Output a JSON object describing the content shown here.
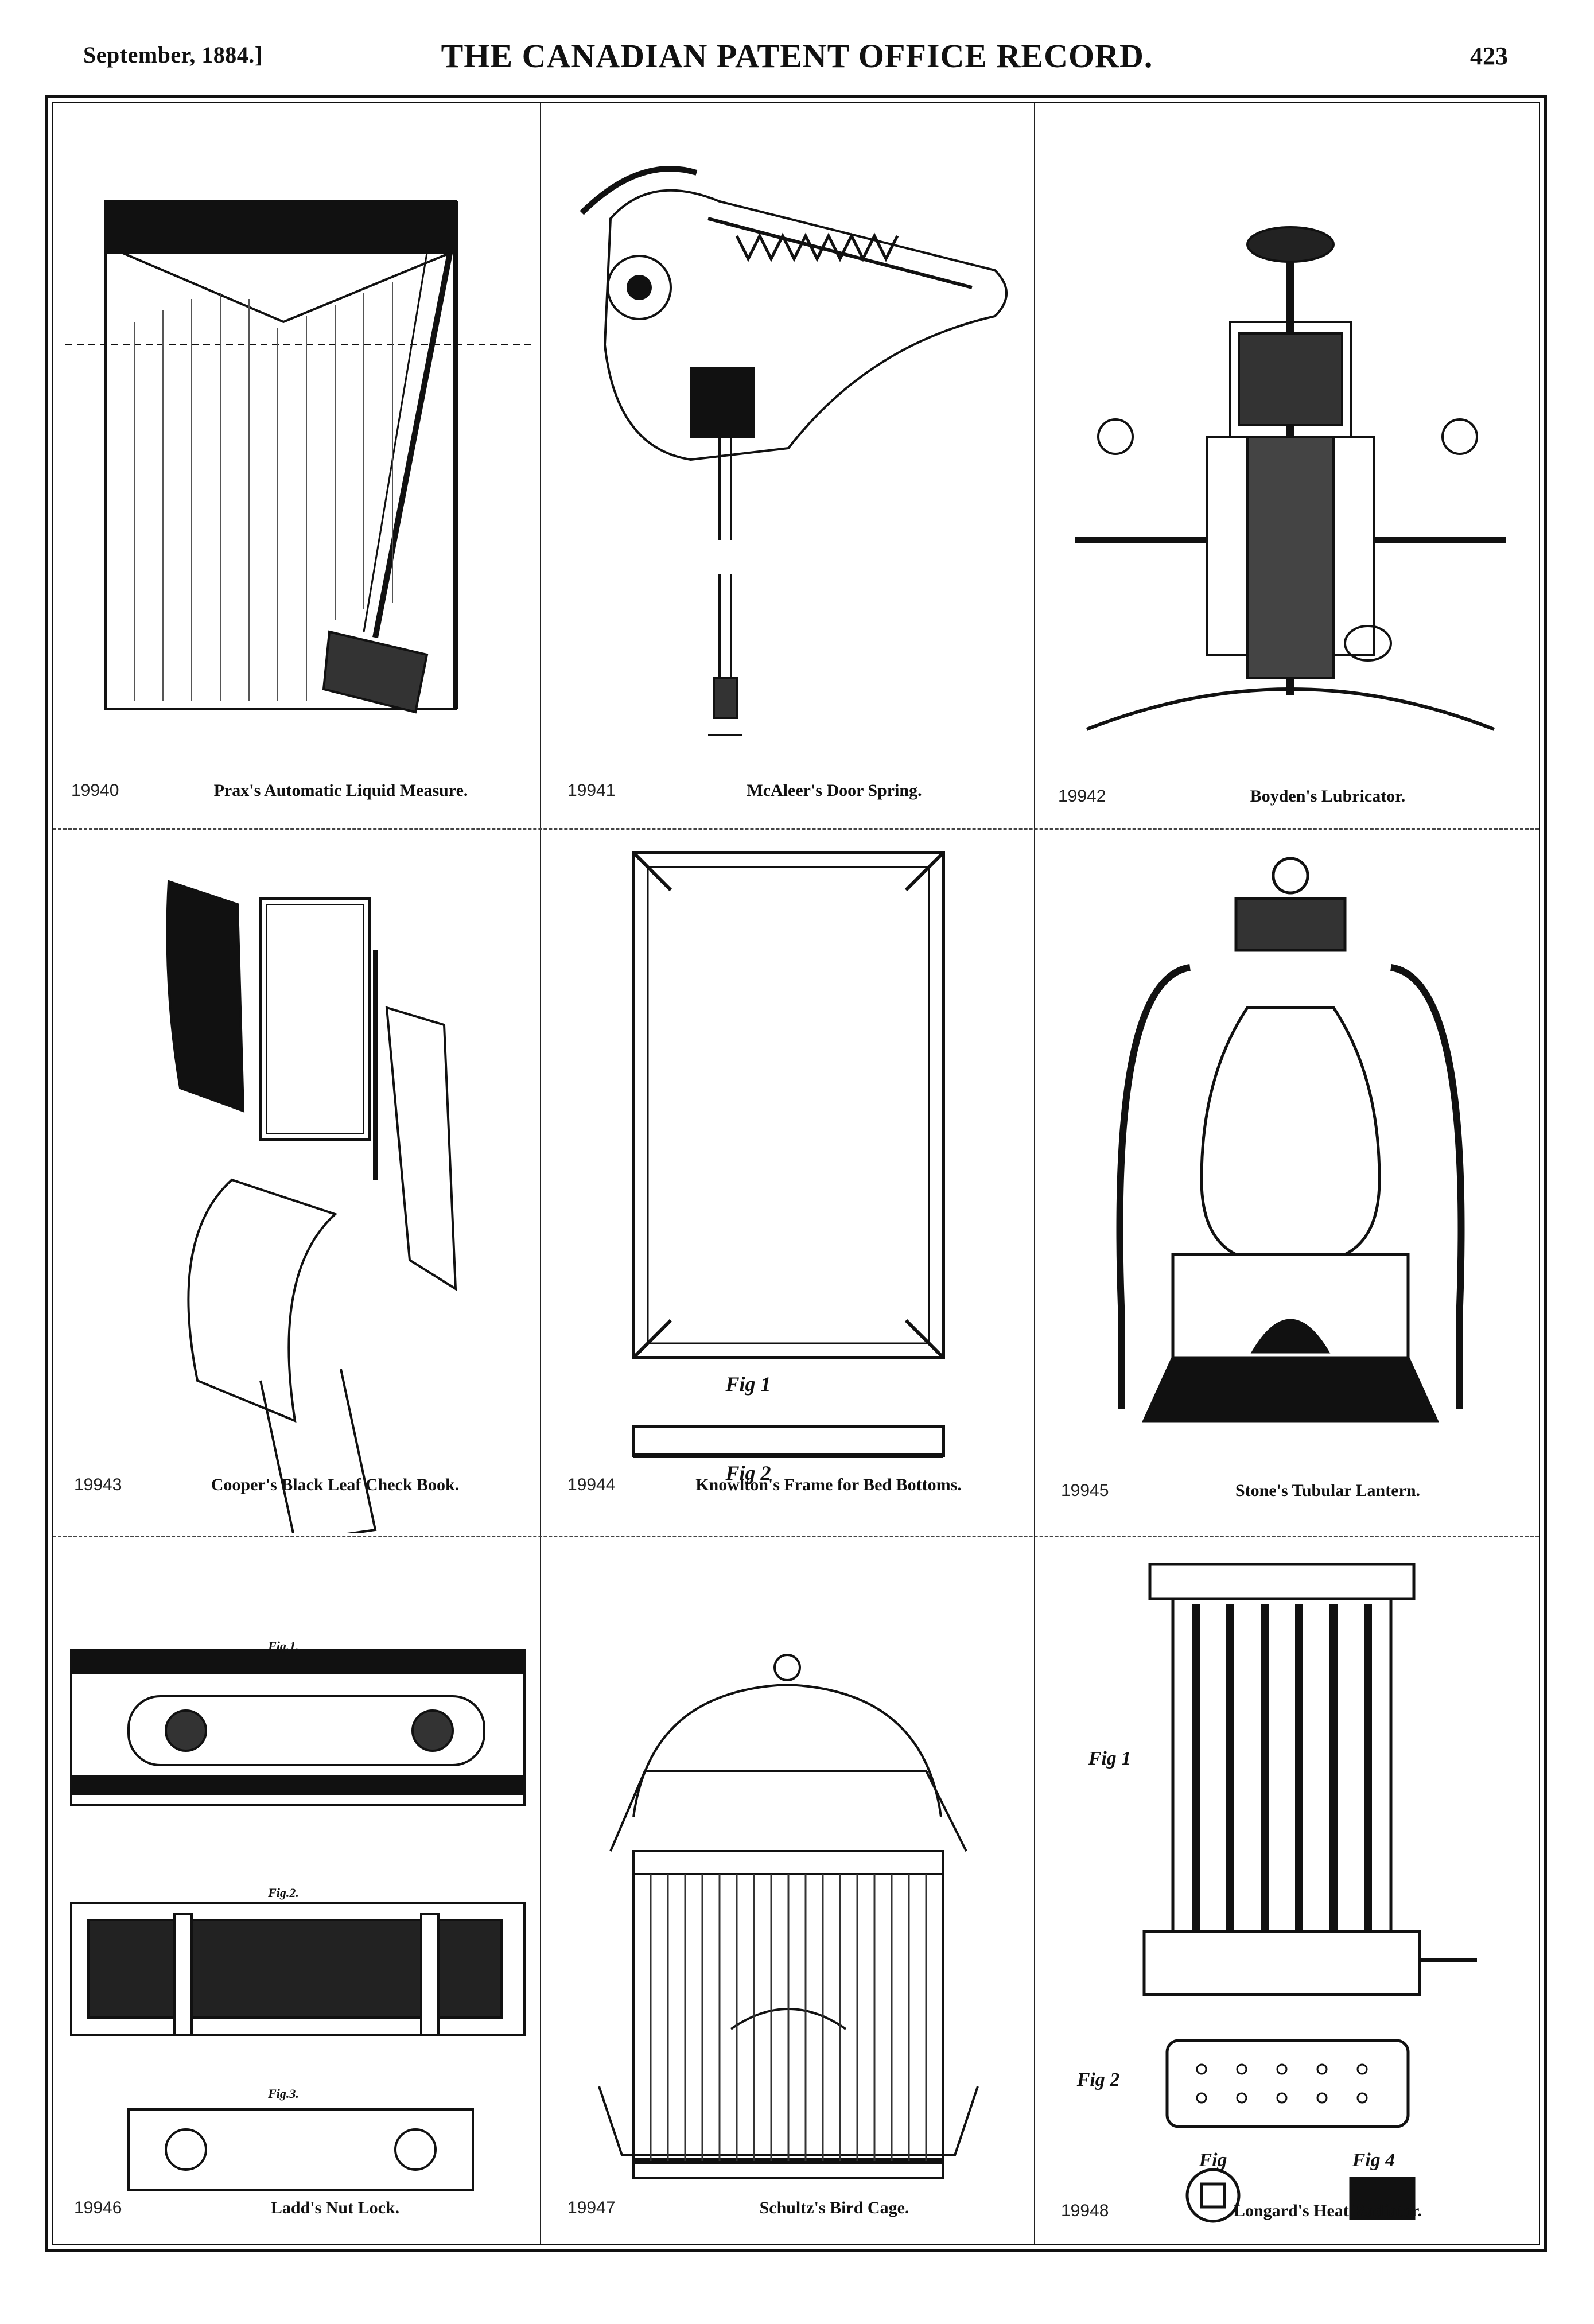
{
  "header": {
    "date": "September, 1884.]",
    "title": "THE CANADIAN PATENT OFFICE RECORD.",
    "page_number": "423"
  },
  "patents": [
    {
      "number": "19940",
      "title": "Prax's Automatic Liquid Measure.",
      "icon": "liquid-measure-drawing"
    },
    {
      "number": "19941",
      "title": "McAleer's Door Spring.",
      "icon": "door-spring-drawing"
    },
    {
      "number": "19942",
      "title": "Boyden's Lubricator.",
      "icon": "lubricator-drawing"
    },
    {
      "number": "19943",
      "title": "Cooper's Black Leaf Check Book.",
      "icon": "check-book-drawing"
    },
    {
      "number": "19944",
      "title": "Knowlton's Frame for Bed Bottoms.",
      "icon": "bed-frame-drawing"
    },
    {
      "number": "19945",
      "title": "Stone's Tubular Lantern.",
      "icon": "lantern-drawing"
    },
    {
      "number": "19946",
      "title": "Ladd's Nut Lock.",
      "icon": "nut-lock-drawing"
    },
    {
      "number": "19947",
      "title": "Schultz's Bird Cage.",
      "icon": "bird-cage-drawing"
    },
    {
      "number": "19948",
      "title": "Longard's Heat Radiator.",
      "icon": "heat-radiator-drawing"
    }
  ],
  "figure_labels": {
    "bed_fig1": "Fig 1",
    "bed_fig2": "Fig 2",
    "radiator_fig1": "Fig 1",
    "radiator_fig2": "Fig 2",
    "radiator_fig3": "Fig",
    "radiator_fig4": "Fig 4",
    "nutlock_fig1": "Fig.1.",
    "nutlock_fig2": "Fig.2.",
    "nutlock_fig3": "Fig.3."
  }
}
